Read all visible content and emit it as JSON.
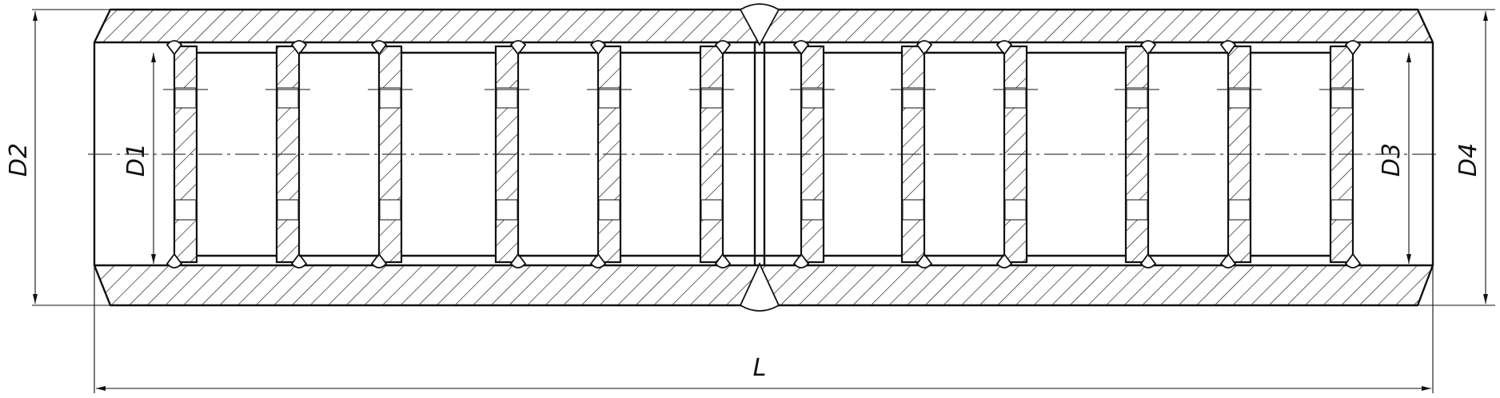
{
  "labels": {
    "d1": "D1",
    "d2": "D2",
    "d3": "D3",
    "d4": "D4",
    "length": "L"
  }
}
